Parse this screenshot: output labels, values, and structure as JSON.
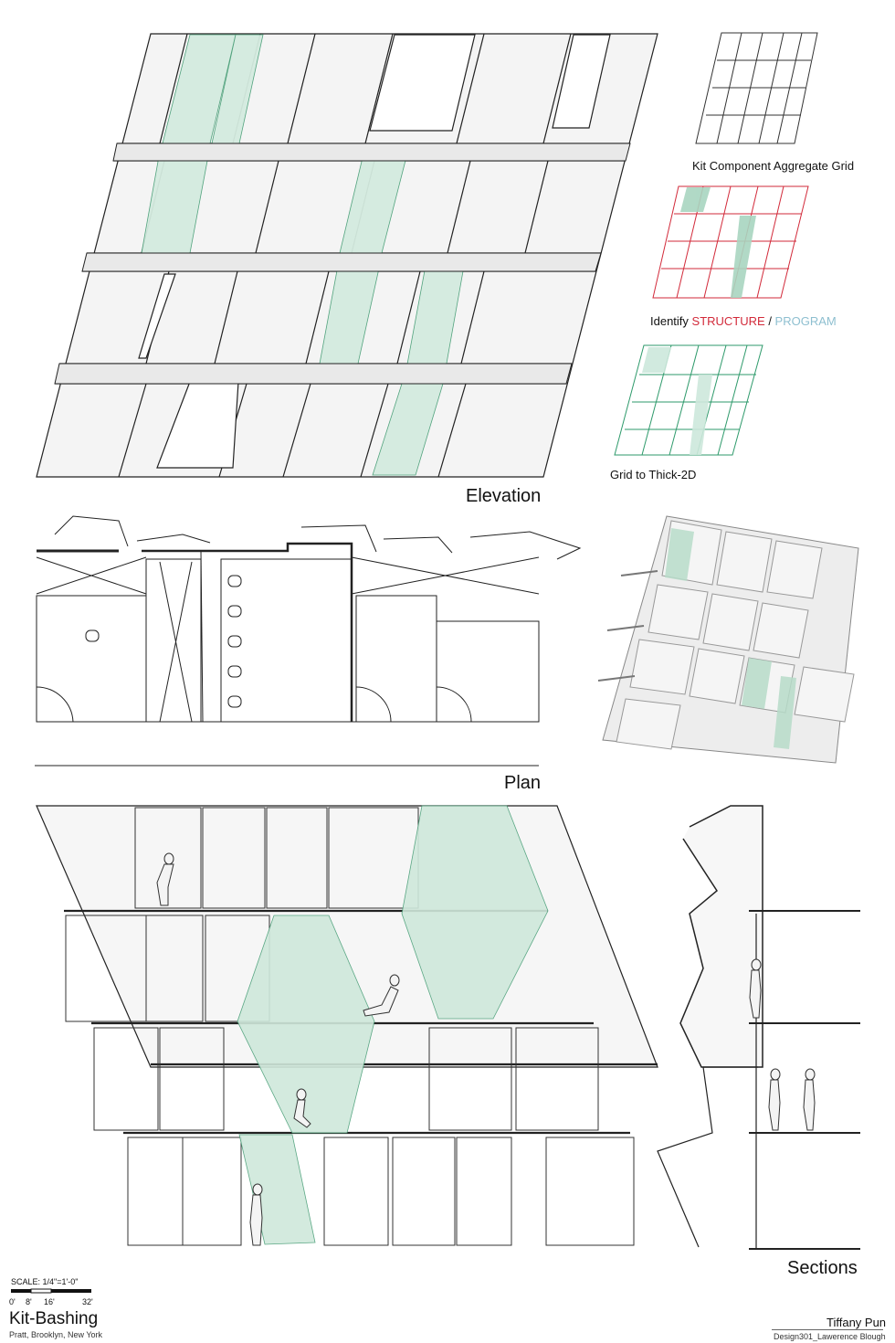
{
  "labels": {
    "elevation": "Elevation",
    "plan": "Plan",
    "sections": "Sections",
    "kit_grid": "Kit Component Aggregate Grid",
    "identify_prefix": "Identify ",
    "identify_structure": "STRUCTURE",
    "identify_sep": " / ",
    "identify_program": "PROGRAM",
    "grid_thick": "Grid to Thick-2D"
  },
  "scale": {
    "title": "SCALE: 1/4\"=1'-0\"",
    "ticks": [
      "0'",
      "8'",
      "16'",
      "32'"
    ]
  },
  "project": {
    "name": "Kit-Bashing",
    "location": "Pratt, Brooklyn, New York"
  },
  "author": {
    "name": "Tiffany Pun",
    "course": "Design301_Lawerence Blough"
  },
  "colors": {
    "green": "#d6ece2",
    "green_line": "#3aa77a",
    "structure_red": "#d22a3a",
    "program_blue": "#8ebfd0",
    "panel": "#f2f2f2",
    "line": "#222222"
  }
}
